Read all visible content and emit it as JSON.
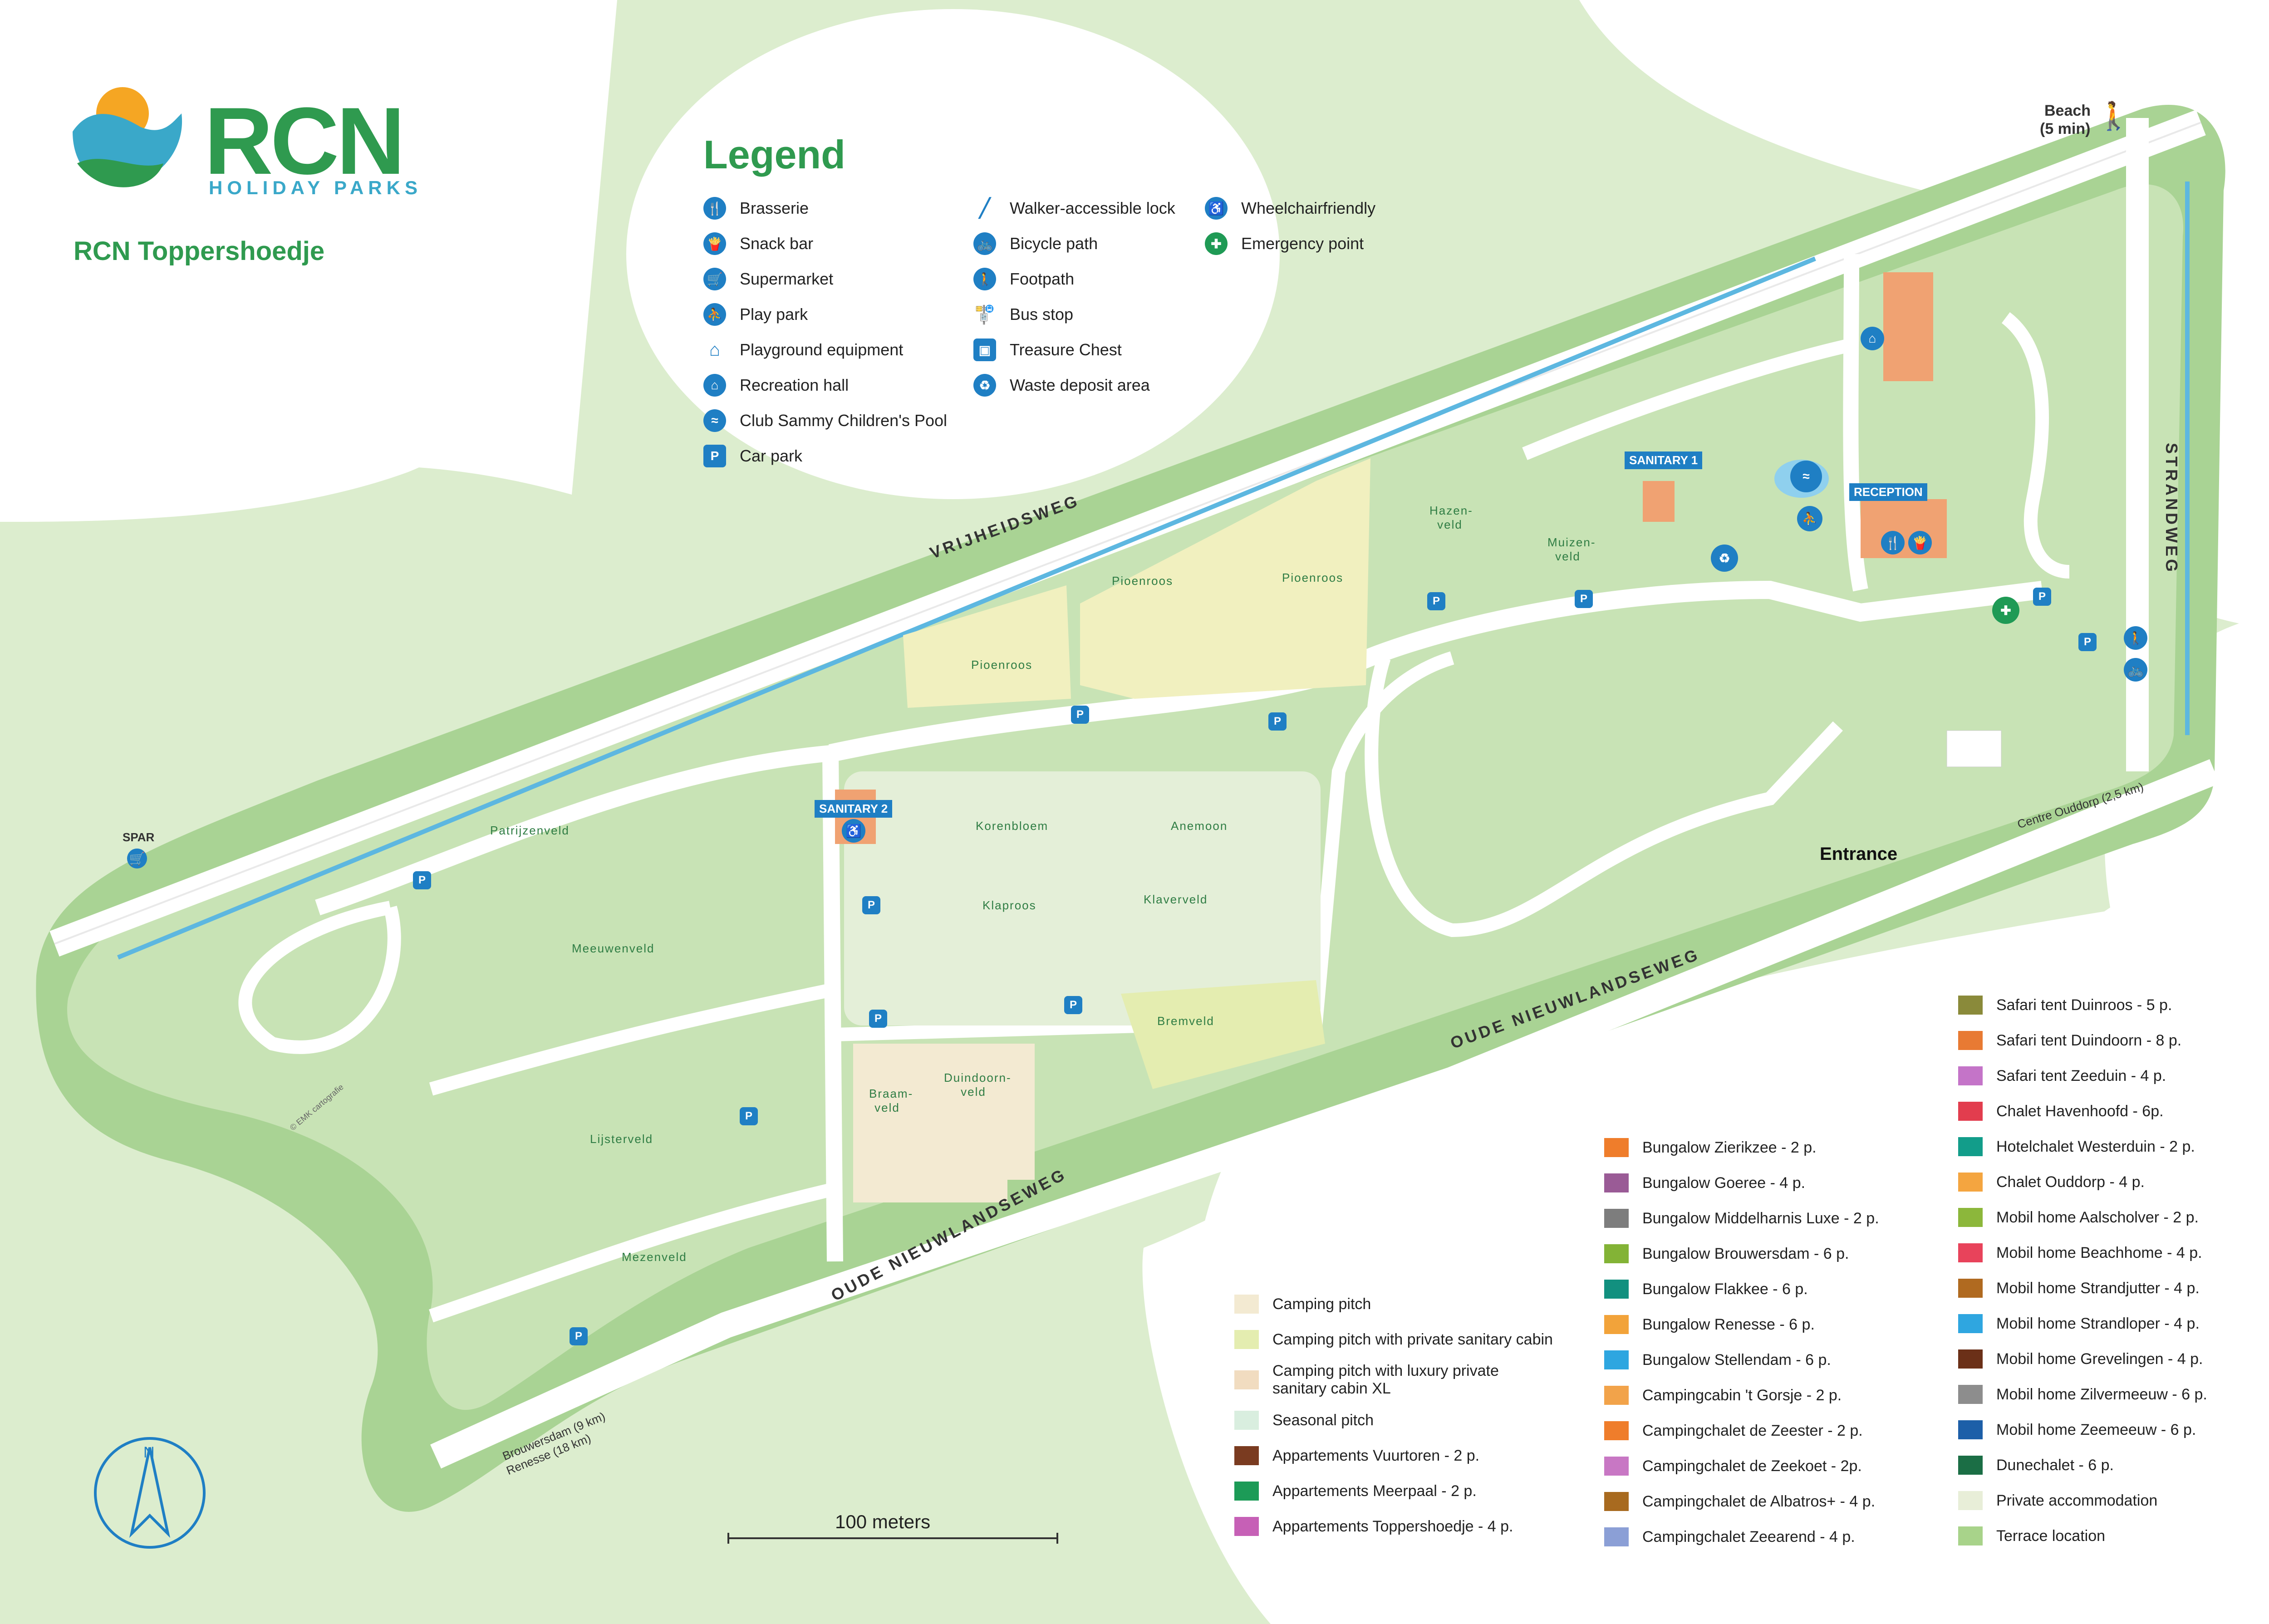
{
  "brand": {
    "name": "RCN",
    "subtitle": "HOLIDAY PARKS",
    "park_name": "RCN Toppershoedje",
    "colors": {
      "primary_green": "#2f9a4f",
      "accent_blue": "#3aa8c9",
      "sun_orange": "#f5a623"
    }
  },
  "legend": {
    "title": "Legend",
    "facilities": [
      {
        "label": "Brasserie",
        "icon": "cutlery-icon"
      },
      {
        "label": "Snack bar",
        "icon": "snack-icon"
      },
      {
        "label": "Supermarket",
        "icon": "cart-icon"
      },
      {
        "label": "Play park",
        "icon": "play-park-icon"
      },
      {
        "label": "Playground equipment",
        "icon": "playground-icon"
      },
      {
        "label": "Recreation hall",
        "icon": "recreation-hall-icon"
      },
      {
        "label": "Club Sammy Children's Pool",
        "icon": "pool-icon"
      },
      {
        "label": "Car park",
        "icon": "parking-icon"
      }
    ],
    "routes": [
      {
        "label": "Walker-accessible lock",
        "icon": "lock-icon"
      },
      {
        "label": "Bicycle path",
        "icon": "bicycle-icon"
      },
      {
        "label": "Footpath",
        "icon": "footpath-icon"
      },
      {
        "label": "Bus stop",
        "icon": "bus-stop-icon"
      },
      {
        "label": "Treasure Chest",
        "icon": "treasure-chest-icon"
      },
      {
        "label": "Waste deposit area",
        "icon": "recycle-icon"
      }
    ],
    "services": [
      {
        "label": "Wheelchairfriendly",
        "icon": "wheelchair-icon"
      },
      {
        "label": "Emergency point",
        "icon": "emergency-icon"
      }
    ]
  },
  "accommodation_key": {
    "pitches": [
      {
        "label": "Camping pitch",
        "color": "#f3ead2"
      },
      {
        "label": "Camping pitch with private sanitary cabin",
        "color": "#e4edb0"
      },
      {
        "label": "Camping pitch with luxury private sanitary cabin XL",
        "color": "#f1dcc0"
      },
      {
        "label": "Seasonal pitch",
        "color": "#d9eedf"
      },
      {
        "label": "Appartements Vuurtoren - 2 p.",
        "color": "#7a3b20"
      },
      {
        "label": "Appartements Meerpaal - 2 p.",
        "color": "#1c9b57"
      },
      {
        "label": "Appartements Toppershoedje - 4 p.",
        "color": "#c660b6"
      }
    ],
    "bungalows": [
      {
        "label": "Bungalow Zierikzee - 2 p.",
        "color": "#ef7d2b"
      },
      {
        "label": "Bungalow Goeree - 4 p.",
        "color": "#9a5b96"
      },
      {
        "label": "Bungalow Middelharnis Luxe - 2 p.",
        "color": "#7d7d7d"
      },
      {
        "label": "Bungalow Brouwersdam - 6 p.",
        "color": "#83b336"
      },
      {
        "label": "Bungalow Flakkee - 6 p.",
        "color": "#12907f"
      },
      {
        "label": "Bungalow Renesse - 6 p.",
        "color": "#f2a33a"
      },
      {
        "label": "Bungalow Stellendam - 6 p.",
        "color": "#2ea6e0"
      },
      {
        "label": "Campingcabin 't Gorsje - 2 p.",
        "color": "#f2a34a"
      },
      {
        "label": "Campingchalet de Zeester - 2 p.",
        "color": "#ef7d2b"
      },
      {
        "label": "Campingchalet de Zeekoet - 2p.",
        "color": "#c877c4"
      },
      {
        "label": "Campingchalet de Albatros+ - 4 p.",
        "color": "#a86a1f"
      },
      {
        "label": "Campingchalet Zeearend - 4 p.",
        "color": "#8b9fd6"
      }
    ],
    "chalets": [
      {
        "label": "Safari tent Duinroos - 5 p.",
        "color": "#8a8a3a"
      },
      {
        "label": "Safari tent Duindoorn - 8 p.",
        "color": "#e87a33"
      },
      {
        "label": "Safari tent Zeeduin - 4 p.",
        "color": "#c474c8"
      },
      {
        "label": "Chalet Havenhoofd - 6p.",
        "color": "#e23d4e"
      },
      {
        "label": "Hotelchalet Westerduin - 2 p.",
        "color": "#129d8a"
      },
      {
        "label": "Chalet Ouddorp - 4 p.",
        "color": "#f4a540"
      },
      {
        "label": "Mobil home Aalscholver - 2 p.",
        "color": "#8cb73b"
      },
      {
        "label": "Mobil home Beachhome - 4 p.",
        "color": "#e8435b"
      },
      {
        "label": "Mobil home Strandjutter - 4 p.",
        "color": "#b06a20"
      },
      {
        "label": "Mobil home Strandloper - 4 p.",
        "color": "#2fa6e0"
      },
      {
        "label": "Mobil home Grevelingen - 4 p.",
        "color": "#6b3018"
      },
      {
        "label": "Mobil home Zilvermeeuw - 6 p.",
        "color": "#8d8d8d"
      },
      {
        "label": "Mobil home Zeemeeuw - 6 p.",
        "color": "#1d5fa8"
      },
      {
        "label": "Dunechalet - 6 p.",
        "color": "#1b6e45"
      },
      {
        "label": "Private accommodation",
        "color": "#e8eed8"
      },
      {
        "label": "Terrace location",
        "color": "#a8d38a"
      }
    ]
  },
  "map": {
    "roads": {
      "vrijheidsweg": "VRIJHEIDSWEG",
      "strandweg": "STRANDWEG",
      "oude_nieuwlandseweg_1": "OUDE NIEUWLANDSEWEG",
      "oude_nieuwlandseweg_2": "OUDE NIEUWLANDSEWEG"
    },
    "destinations": {
      "beach": "Beach",
      "beach_time": "(5 min)",
      "spar": "SPAR",
      "centre_ouddorp": "Centre Ouddorp (2,5 km)",
      "brouwersdam": "Brouwersdam (9 km)",
      "renesse": "Renesse (18 km)",
      "entrance": "Entrance"
    },
    "buildings": {
      "reception": "RECEPTION",
      "sanitary_1": "SANITARY 1",
      "sanitary_2": "SANITARY 2"
    },
    "fields": {
      "patrijzenveld": "Patrijzenveld",
      "meeuwenveld": "Meeuwenveld",
      "lijsterveld": "Lijsterveld",
      "mezenveld": "Mezenveld",
      "korenbloem": "Korenbloem",
      "anemoon": "Anemoon",
      "klaproos": "Klaproos",
      "klaverveld": "Klaverveld",
      "pioenroos_1": "Pioenroos",
      "pioenroos_2": "Pioenroos",
      "pioenroos_3": "Pioenroos",
      "hazenveld": "Hazen-veld",
      "muizenveld": "Muizen-veld",
      "bremveld": "Bremveld",
      "braamveld": "Braam-veld",
      "duindoornveld": "Duindoorn-veld"
    },
    "scale": "100 meters",
    "north": "N",
    "credit": "© EMK cartografie"
  }
}
